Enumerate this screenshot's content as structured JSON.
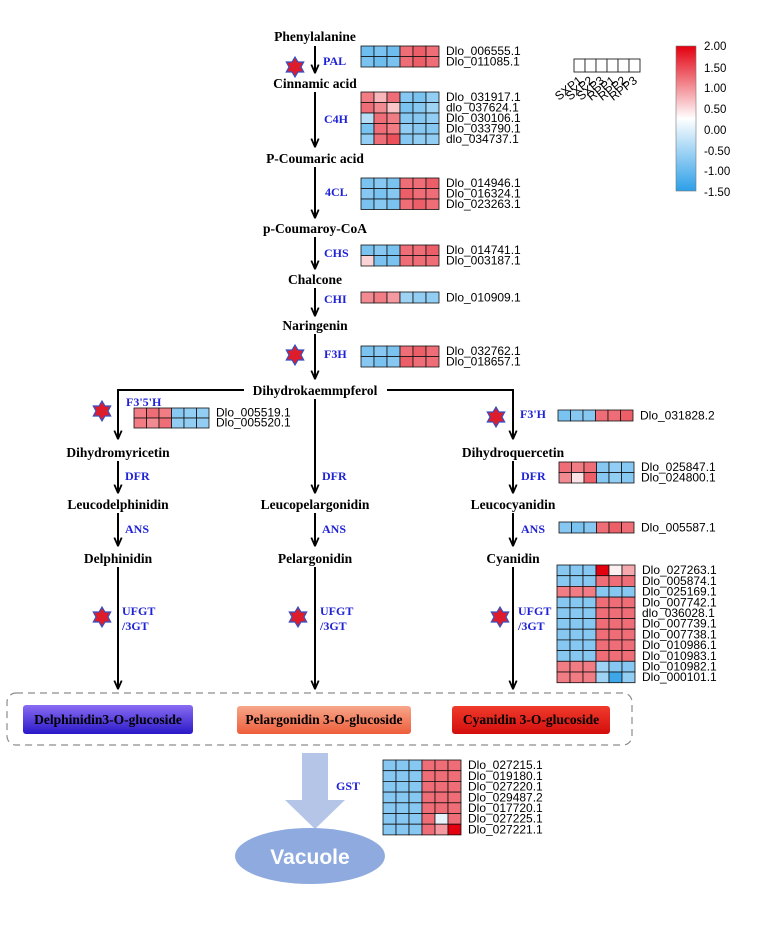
{
  "compounds": {
    "phenylalanine": "Phenylalanine",
    "cinnamic_acid": "Cinnamic acid",
    "p_coumaric_acid": "P-Coumaric acid",
    "p_coumaroyl_coa": "p-Coumaroy-CoA",
    "chalcone": "Chalcone",
    "naringenin": "Naringenin",
    "dihydrokaempferol": "Dihydrokaemmpferol",
    "dihydromyricetin": "Dihydromyricetin",
    "dihydroquercetin": "Dihydroquercetin",
    "leucodelphinidin": "Leucodelphinidin",
    "leucopelargonidin": "Leucopelargonidin",
    "leucocyanidin": "Leucocyanidin",
    "delphinidin": "Delphinidin",
    "pelargonidin": "Pelargonidin",
    "cyanidin": "Cyanidin"
  },
  "enzymes": {
    "pal": "PAL",
    "c4h": "C4H",
    "fourcl": "4CL",
    "chs": "CHS",
    "chi": "CHI",
    "f3h": "F3H",
    "f35h": "F3'5'H",
    "f3ph": "F3'H",
    "dfr": "DFR",
    "ans": "ANS",
    "ufgt_line1": "UFGT",
    "ufgt_line2": "/3GT",
    "gst": "GST"
  },
  "products": {
    "delphinidin": "Delphinidin3-O-glucoside",
    "pelargonidin": "Pelargonidin 3-O-glucoside",
    "cyanidin": "Cyanidin 3-O-glucoside",
    "vacuole": "Vacuole"
  },
  "legend": {
    "samples": [
      "SXP1",
      "SXP2",
      "SXP3",
      "RPP1",
      "RPP2",
      "RPP3"
    ],
    "ticks": [
      "2.00",
      "1.50",
      "1.00",
      "0.50",
      "0.00",
      "-0.50",
      "-1.00",
      "-1.50"
    ],
    "colors": {
      "high": "#e3000f",
      "mid": "#ffffff",
      "low": "#2c9fe8"
    }
  },
  "heatmaps": [
    {
      "enzyme": "PAL",
      "rows": [
        {
          "gene": "Dlo_006555.1",
          "values": [
            -1.2,
            -1.1,
            -1.2,
            1.0,
            1.1,
            1.0
          ]
        },
        {
          "gene": "Dlo_011085.1",
          "values": [
            -1.1,
            -1.2,
            -1.1,
            1.0,
            1.1,
            1.0
          ]
        }
      ]
    },
    {
      "enzyme": "C4H",
      "rows": [
        {
          "gene": "Dlo_031917.1",
          "values": [
            0.9,
            0.5,
            1.0,
            -1.0,
            -1.1,
            -0.9
          ]
        },
        {
          "gene": "dlo_037624.1",
          "values": [
            1.0,
            0.8,
            0.4,
            -1.1,
            -1.0,
            -0.8
          ]
        },
        {
          "gene": "Dlo_030106.1",
          "values": [
            -0.6,
            1.0,
            0.9,
            -1.0,
            -1.0,
            -0.9
          ]
        },
        {
          "gene": "Dlo_033790.1",
          "values": [
            -1.1,
            1.0,
            0.9,
            -0.9,
            -1.0,
            -1.0
          ]
        },
        {
          "gene": "dlo_034737.1",
          "values": [
            -0.9,
            1.0,
            1.2,
            -1.0,
            -0.9,
            -0.9
          ]
        }
      ]
    },
    {
      "enzyme": "4CL",
      "rows": [
        {
          "gene": "Dlo_014946.1",
          "values": [
            -1.1,
            -1.0,
            -1.1,
            1.0,
            1.0,
            1.1
          ]
        },
        {
          "gene": "Dlo_016324.1",
          "values": [
            -1.0,
            -1.1,
            -1.0,
            1.1,
            1.0,
            1.0
          ]
        },
        {
          "gene": "Dlo_023263.1",
          "values": [
            -1.1,
            -1.0,
            -1.1,
            1.0,
            1.1,
            1.0
          ]
        }
      ]
    },
    {
      "enzyme": "CHS",
      "rows": [
        {
          "gene": "Dlo_014741.1",
          "values": [
            -1.1,
            -1.0,
            -1.1,
            1.0,
            1.0,
            1.1
          ]
        },
        {
          "gene": "Dlo_003187.1",
          "values": [
            0.3,
            -1.1,
            -1.1,
            1.0,
            1.0,
            1.0
          ]
        }
      ]
    },
    {
      "enzyme": "CHI",
      "rows": [
        {
          "gene": "Dlo_010909.1",
          "values": [
            0.8,
            0.9,
            0.7,
            -0.8,
            -0.9,
            -0.9
          ]
        }
      ]
    },
    {
      "enzyme": "F3H",
      "rows": [
        {
          "gene": "Dlo_032762.1",
          "values": [
            -1.1,
            -1.0,
            -1.1,
            1.0,
            1.1,
            1.0
          ]
        },
        {
          "gene": "Dlo_018657.1",
          "values": [
            -1.0,
            -1.1,
            -1.0,
            1.1,
            1.0,
            1.0
          ]
        }
      ]
    },
    {
      "enzyme": "F3'5'H",
      "rows": [
        {
          "gene": "Dlo_005519.1",
          "values": [
            0.9,
            1.0,
            0.9,
            -1.0,
            -0.9,
            -0.9
          ]
        },
        {
          "gene": "Dlo_005520.1",
          "values": [
            0.9,
            0.8,
            1.0,
            -0.9,
            -0.9,
            -0.9
          ]
        }
      ]
    },
    {
      "enzyme": "F3'H",
      "rows": [
        {
          "gene": "Dlo_031828.2",
          "values": [
            -1.1,
            -1.0,
            -1.0,
            1.0,
            1.0,
            1.1
          ]
        }
      ]
    },
    {
      "enzyme": "DFR",
      "rows": [
        {
          "gene": "Dlo_025847.1",
          "values": [
            1.0,
            0.9,
            1.0,
            -1.0,
            -0.9,
            -1.0
          ]
        },
        {
          "gene": "Dlo_024800.1",
          "values": [
            0.8,
            0.2,
            1.1,
            -1.0,
            -0.9,
            -1.0
          ]
        }
      ]
    },
    {
      "enzyme": "ANS",
      "rows": [
        {
          "gene": "Dlo_005587.1",
          "values": [
            -1.0,
            -1.1,
            -1.0,
            1.0,
            1.1,
            1.0
          ]
        }
      ]
    },
    {
      "enzyme": "UFGT/3GT",
      "rows": [
        {
          "gene": "Dlo_027263.1",
          "values": [
            -1.0,
            -1.0,
            -1.0,
            2.0,
            0.1,
            0.6
          ]
        },
        {
          "gene": "Dlo_005874.1",
          "values": [
            -1.0,
            -1.0,
            -1.0,
            1.0,
            1.0,
            1.0
          ]
        },
        {
          "gene": "Dlo_025169.1",
          "values": [
            0.9,
            0.9,
            0.9,
            -1.0,
            -1.0,
            -1.0
          ]
        },
        {
          "gene": "Dlo_007742.1",
          "values": [
            -1.0,
            -1.0,
            -1.0,
            1.0,
            1.0,
            1.0
          ]
        },
        {
          "gene": "dlo_036028.1",
          "values": [
            -1.0,
            -1.0,
            -1.0,
            1.0,
            1.0,
            1.0
          ]
        },
        {
          "gene": "Dlo_007739.1",
          "values": [
            -1.0,
            -1.0,
            -1.0,
            1.0,
            1.0,
            1.0
          ]
        },
        {
          "gene": "Dlo_007738.1",
          "values": [
            -1.0,
            -1.0,
            -1.0,
            1.0,
            1.0,
            1.0
          ]
        },
        {
          "gene": "Dlo_010986.1",
          "values": [
            -1.0,
            -1.0,
            -1.0,
            1.0,
            1.0,
            1.0
          ]
        },
        {
          "gene": "Dlo_010983.1",
          "values": [
            -1.0,
            -1.0,
            -1.0,
            1.0,
            1.0,
            1.0
          ]
        },
        {
          "gene": "Dlo_010982.1",
          "values": [
            0.9,
            0.9,
            0.9,
            -0.8,
            -1.0,
            -1.0
          ]
        },
        {
          "gene": "Dlo_000101.1",
          "values": [
            0.9,
            0.9,
            0.9,
            -0.8,
            -1.6,
            -0.9
          ]
        }
      ]
    },
    {
      "enzyme": "GST",
      "rows": [
        {
          "gene": "Dlo_027215.1",
          "values": [
            -1.0,
            -1.0,
            -1.0,
            1.0,
            1.0,
            1.0
          ]
        },
        {
          "gene": "Dlo_019180.1",
          "values": [
            -1.0,
            -1.0,
            -1.0,
            1.0,
            1.0,
            1.0
          ]
        },
        {
          "gene": "Dlo_027220.1",
          "values": [
            -1.0,
            -1.0,
            -1.0,
            1.0,
            1.0,
            1.0
          ]
        },
        {
          "gene": "Dlo_029487.2",
          "values": [
            -1.0,
            -1.0,
            -1.0,
            1.0,
            1.0,
            1.0
          ]
        },
        {
          "gene": "Dlo_017720.1",
          "values": [
            -1.0,
            -1.0,
            -1.0,
            1.0,
            1.0,
            1.0
          ]
        },
        {
          "gene": "Dlo_027225.1",
          "values": [
            -1.0,
            -1.0,
            -1.0,
            1.0,
            -0.2,
            1.0
          ]
        },
        {
          "gene": "Dlo_027221.1",
          "values": [
            -1.0,
            -1.0,
            -1.0,
            1.0,
            0.7,
            1.9
          ]
        }
      ]
    }
  ],
  "star_markers": [
    "PAL",
    "F3H",
    "F3'5'H",
    "F3'H",
    "UFGT/3GT"
  ]
}
